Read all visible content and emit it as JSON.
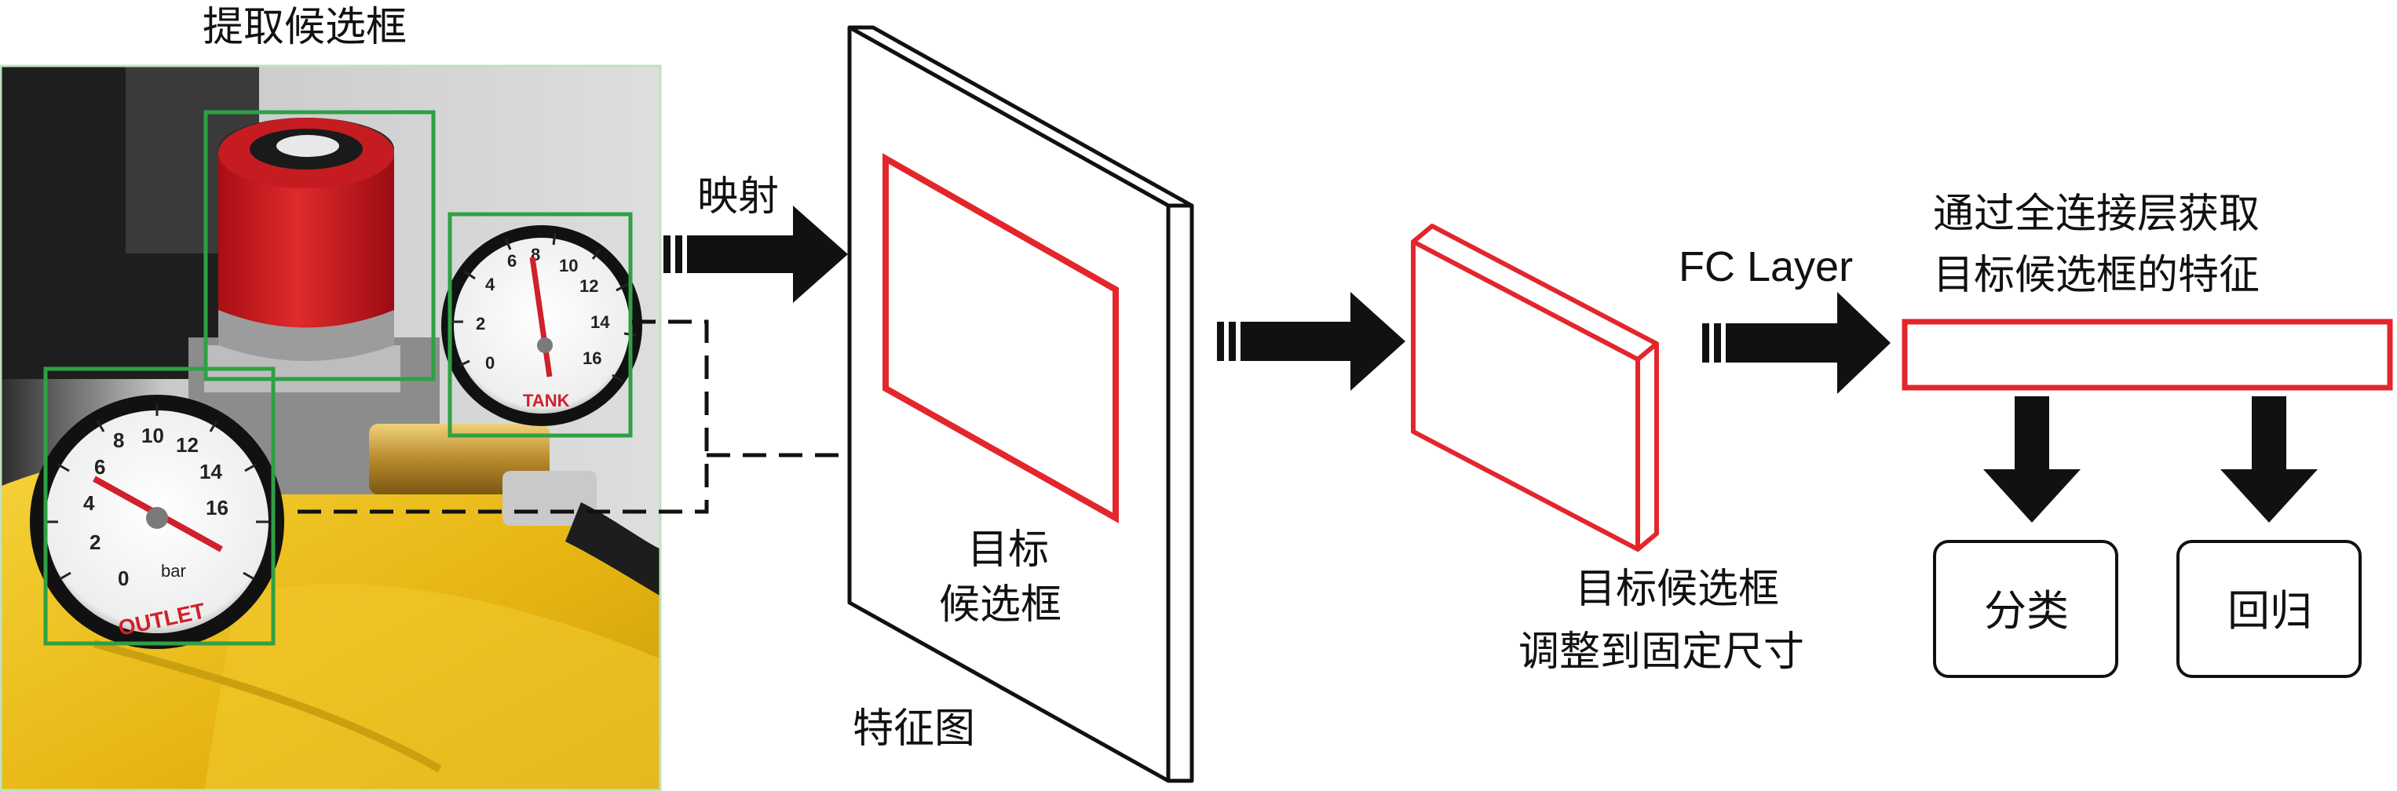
{
  "labels": {
    "extract_proposals": "提取候选框",
    "mapping": "映射",
    "target_proposal_line1": "目标",
    "target_proposal_line2": "候选框",
    "feature_map": "特征图",
    "resize_line1": "目标候选框",
    "resize_line2": "调整到固定尺寸",
    "fc_layer": "FC Layer",
    "fc_feature_line1": "通过全连接层获取",
    "fc_feature_line2": "目标候选框的特征",
    "classification": "分类",
    "regression": "回归"
  },
  "photo": {
    "gauge_left_text": "OUTLET",
    "gauge_left_unit": "bar",
    "gauge_left_numbers": [
      "0",
      "2",
      "4",
      "6",
      "8",
      "10",
      "12",
      "14",
      "16"
    ],
    "gauge_right_text": "TANK",
    "gauge_right_numbers": [
      "0",
      "2",
      "4",
      "6",
      "8",
      "10",
      "12",
      "14",
      "16"
    ]
  },
  "colors": {
    "proposal_box": "#2fa043",
    "roi_box": "#e3262c",
    "arrow": "#111111"
  },
  "icons": {
    "arrow": "block-right-arrow",
    "down_arrow": "block-down-arrow"
  }
}
